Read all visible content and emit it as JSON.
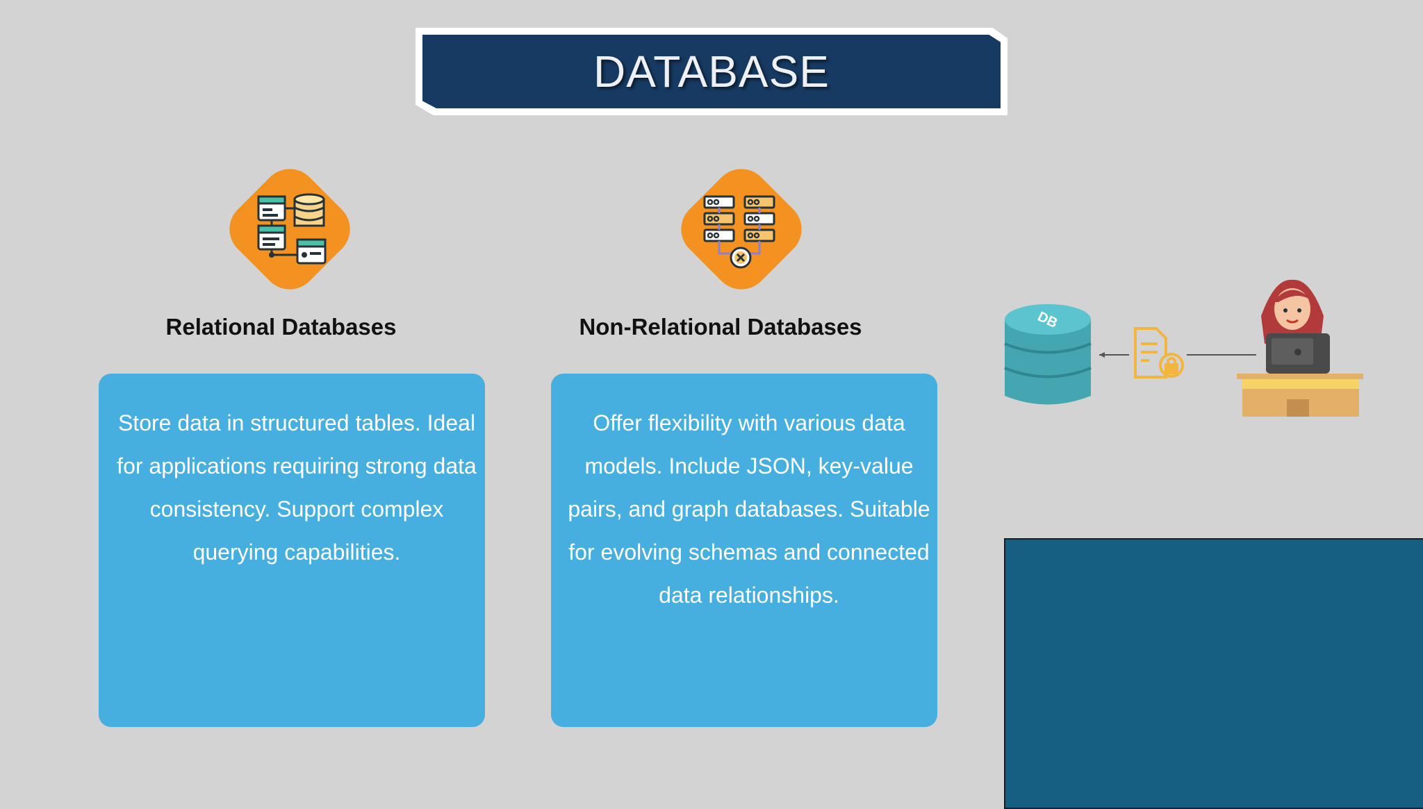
{
  "header": {
    "title": "DATABASE"
  },
  "sections": [
    {
      "icon": "relational-database-icon",
      "heading": "Relational Databases",
      "description": "Store data in structured tables. Ideal for applications requiring strong data consistency. Support complex querying capabilities."
    },
    {
      "icon": "non-relational-database-icon",
      "heading": "Non-Relational Databases",
      "description": "Offer flexibility with various data models. Include JSON, key-value pairs, and graph databases. Suitable for evolving schemas and connected data relationships."
    }
  ],
  "illustration": {
    "db_label": "DB",
    "icons": [
      "database-cylinder-icon",
      "locked-document-icon",
      "woman-at-laptop-icon"
    ]
  },
  "colors": {
    "background": "#d3d3d3",
    "title_bar": "#173a62",
    "icon_tile": "#f39220",
    "card": "#47aee0",
    "panel": "#175f82"
  }
}
